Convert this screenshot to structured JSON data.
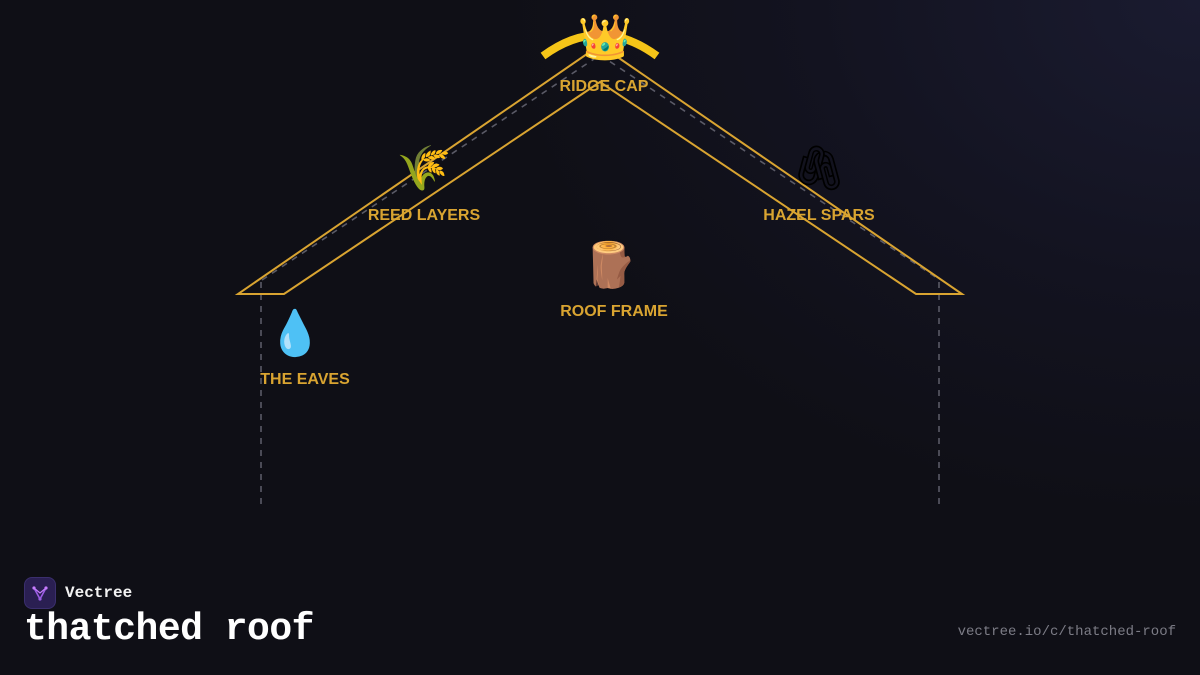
{
  "brand": {
    "name": "Vectree"
  },
  "page": {
    "title": "thatched roof",
    "url": "vectree.io/c/thatched-roof"
  },
  "colors": {
    "accent": "#d9a431",
    "ridge": "#f5c518",
    "guide": "#5a5a66",
    "background": "#0f0f16"
  },
  "diagram": {
    "nodes": [
      {
        "label": "RIDGE CAP",
        "icon": "crown-icon",
        "glyph": "👑"
      },
      {
        "label": "REED LAYERS",
        "icon": "sheaf-of-reeds-icon",
        "glyph": "🌾"
      },
      {
        "label": "HAZEL SPARS",
        "icon": "paperclip-icon",
        "glyph": "🖇"
      },
      {
        "label": "ROOF FRAME",
        "icon": "log-icon",
        "glyph": "🪵"
      },
      {
        "label": "THE EAVES",
        "icon": "droplet-icon",
        "glyph": "💧"
      }
    ]
  }
}
